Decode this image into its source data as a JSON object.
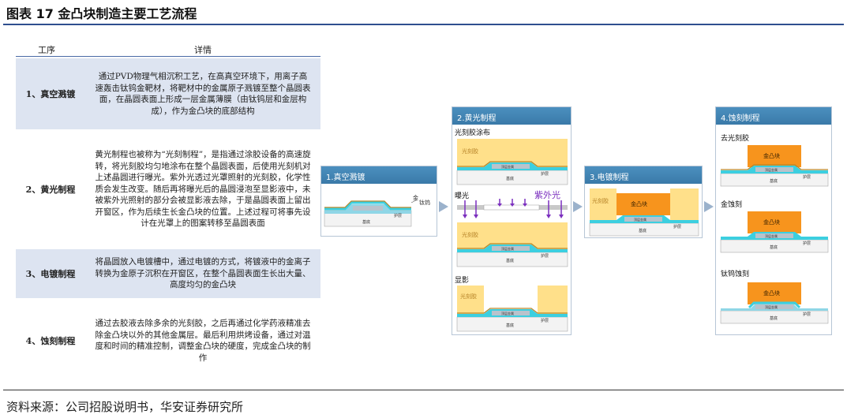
{
  "figure_title": "图表 17 金凸块制造主要工艺流程",
  "table": {
    "headers": {
      "step": "工序",
      "detail": "详情"
    },
    "rows": [
      {
        "step": "1、真空溅镀",
        "detail": "通过PVD物理气相沉积工艺，在高真空环境下，用离子高速轰击钛钨金靶材，将靶材中的金属原子溅镀至整个晶圆表面，在晶圆表面上形成一层金属薄膜（由钛钨层和金层构成），作为金凸块的底部结构"
      },
      {
        "step": "2、黄光制程",
        "detail": "黄光制程也被称为“光刻制程”，是指通过涂胶设备的高速旋转，将光刻胶均匀地涂布在整个晶圆表面，后使用光刻机对上述晶圆进行曝光。紫外光透过光罩照射的光刻胶，化学性质会发生改变。随后再将曝光后的晶圆浸泡至显影液中，未被紫外光照射的部分会被显影液去除，于是晶圆表面上留出开窗区，作为后续生长金凸块的位置。上述过程可将事先设计在光罩上的图案转移至晶圆表面"
      },
      {
        "step": "3、电镀制程",
        "detail": "将晶圆放入电镀槽中，通过电镀的方式，将镀液中的金离子转换为金原子沉积在开窗区，在整个晶圆表面生长出大量、高度均匀的金凸块"
      },
      {
        "step": "4、蚀刻制程",
        "detail": "通过去胶液去除多余的光刻胶，之后再通过化学药液精准去除金凸块以外的其他金属层。最后利用烘烤设备，通过对温度和时间的精准控制，调整金凸块的硬度，完成金凸块的制作"
      }
    ]
  },
  "diagram": {
    "panel1": {
      "title": "1.真空溅镀",
      "label_gold": "金",
      "label_tiw": "钛钨",
      "label_substrate": "基底",
      "label_guard": "护层"
    },
    "panel2": {
      "title": "2.黄光制程",
      "sub_coat": "光刻胶涂布",
      "sub_expose": "曝光",
      "sub_develop": "显影",
      "label_resist": "光刻胶",
      "label_uv": "紫外光",
      "label_metal": "顶层金属",
      "label_substrate": "基底",
      "label_guard": "护层"
    },
    "panel3": {
      "title": "3.电镀制程",
      "label_resist": "光刻胶",
      "label_bump": "金凸块",
      "label_metal": "顶层金属",
      "label_substrate": "基底",
      "label_guard": "护层"
    },
    "panel4": {
      "title": "4.蚀刻制程",
      "sub_strip": "去光刻胶",
      "sub_gold": "金蚀刻",
      "sub_tiw": "钛钨蚀刻",
      "label_bump": "金凸块",
      "label_metal": "顶层金属",
      "label_substrate": "基底",
      "label_guard": "护层"
    },
    "colors": {
      "substrate": "#f3f3f3",
      "guard": "#8fd6e6",
      "cyan": "#3ccfe0",
      "metal": "#b9c3cc",
      "resist": "#ffe08a",
      "gold_line": "#b8862b",
      "bump": "#f7941d",
      "uv": "#7b2fbf",
      "mask": "#c8c8c8"
    }
  },
  "source": "资料来源：公司招股说明书，华安证券研究所"
}
